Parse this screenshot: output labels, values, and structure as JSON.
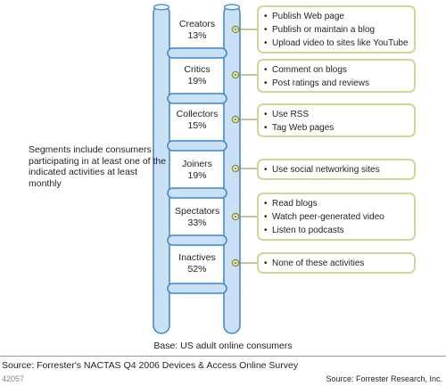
{
  "side_note": "Segments include consumers participating in at least one of the indicated activities at least monthly",
  "segments": [
    {
      "name": "Creators",
      "pct": "13%",
      "activities": [
        "Publish Web page",
        "Publish or maintain a blog",
        "Upload video to sites like YouTube"
      ]
    },
    {
      "name": "Critics",
      "pct": "19%",
      "activities": [
        "Comment on blogs",
        "Post ratings and reviews"
      ]
    },
    {
      "name": "Collectors",
      "pct": "15%",
      "activities": [
        "Use RSS",
        "Tag Web pages"
      ]
    },
    {
      "name": "Joiners",
      "pct": "19%",
      "activities": [
        "Use social networking sites"
      ]
    },
    {
      "name": "Spectators",
      "pct": "33%",
      "activities": [
        "Read blogs",
        "Watch peer-generated video",
        "Listen to podcasts"
      ]
    },
    {
      "name": "Inactives",
      "pct": "52%",
      "activities": [
        "None of these activities"
      ]
    }
  ],
  "bullet_char": "•",
  "base_note": "Base: US adult online consumers",
  "source_left": "Source: Forrester's NACTAS Q4 2006 Devices & Access Online Survey",
  "code_id": "42057",
  "source_right": "Source: Forrester Research, Inc.",
  "colors": {
    "rail_fill": "#c9e0f5",
    "rail_stroke": "#3d86c6",
    "box_border": "#cfd69c",
    "dot": "#8a8f3a",
    "text": "#231f20"
  }
}
